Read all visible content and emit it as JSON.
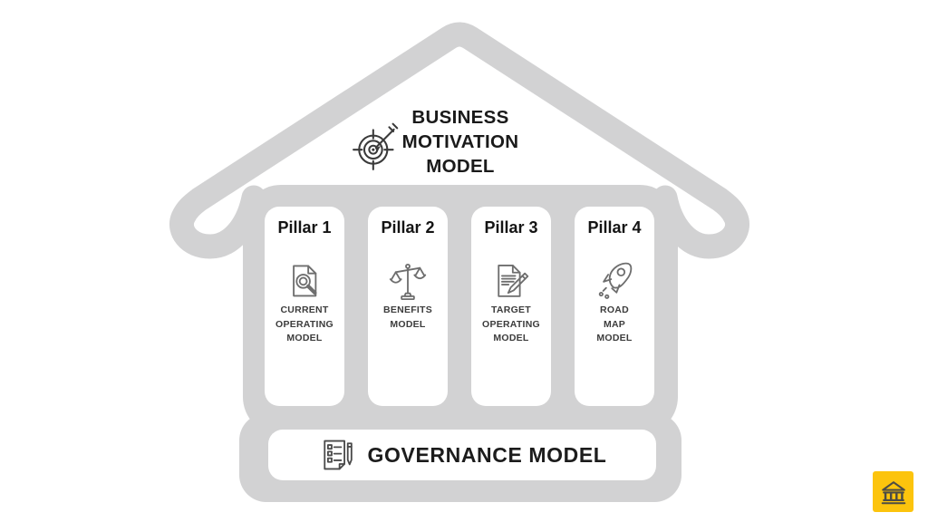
{
  "roof": {
    "title_lines": [
      "BUSINESS",
      "MOTIVATION",
      "MODEL"
    ],
    "icon": "target-dart-icon"
  },
  "pillars": [
    {
      "label": "Pillar 1",
      "icon": "document-search-icon",
      "sublabel_lines": [
        "CURRENT",
        "OPERATING",
        "MODEL"
      ]
    },
    {
      "label": "Pillar 2",
      "icon": "balance-scales-icon",
      "sublabel_lines": [
        "BENEFITS",
        "MODEL"
      ]
    },
    {
      "label": "Pillar 3",
      "icon": "document-pencil-icon",
      "sublabel_lines": [
        "TARGET",
        "OPERATING",
        "MODEL"
      ]
    },
    {
      "label": "Pillar 4",
      "icon": "rocket-icon",
      "sublabel_lines": [
        "ROAD",
        "MAP",
        "MODEL"
      ]
    }
  ],
  "base": {
    "label": "GOVERNANCE MODEL",
    "icon": "document-pen-icon"
  },
  "badge": {
    "icon": "bank-icon",
    "background": "#fcc40d"
  },
  "colors": {
    "structure_gray": "#d2d2d3",
    "panel_white": "#ffffff",
    "title_text": "#1a1a1a",
    "sublabel_text": "#3c3c3c",
    "pillar_icon_stroke": "#6e6e6e",
    "badge_yellow": "#fcc40d"
  }
}
